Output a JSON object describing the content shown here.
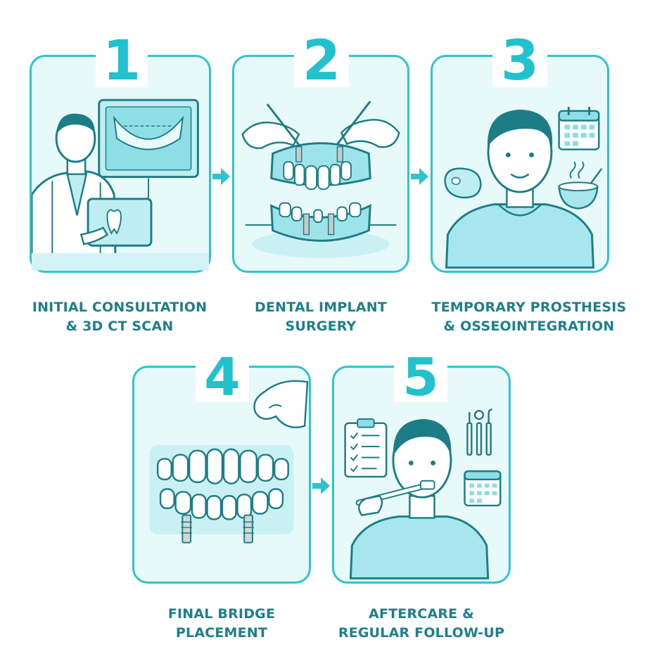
{
  "steps": [
    {
      "number": "1",
      "caption_lines": [
        "INITIAL CONSULTATION",
        "& 3D CT SCAN"
      ]
    },
    {
      "number": "2",
      "caption_lines": [
        "DENTAL IMPLANT",
        "SURGERY"
      ]
    },
    {
      "number": "3",
      "caption_lines": [
        "TEMPORARY PROSTHESIS",
        "& OSSEOINTEGRATION"
      ]
    },
    {
      "number": "4",
      "caption_lines": [
        "FINAL BRIDGE",
        "PLACEMENT"
      ]
    },
    {
      "number": "5",
      "caption_lines": [
        "AFTERCARE &",
        "REGULAR FOLLOW-UP"
      ]
    }
  ],
  "colors": {
    "accent": "#2ec4cf",
    "number": "#21c1cd",
    "caption": "#1e7f89",
    "panel_fill": "#e8f9fa",
    "line_art": "#1c7d86"
  },
  "icons": [
    "dentist-icon",
    "xray-icon",
    "tooth-tablet-icon",
    "surgeon-hands-icon",
    "jaw-implant-icon",
    "patient-icon",
    "calendar-icon",
    "steak-icon",
    "soup-bowl-icon",
    "gloved-hand-icon",
    "denture-bridge-icon",
    "clipboard-checklist-icon",
    "dental-tools-icon",
    "toothbrush-icon"
  ]
}
